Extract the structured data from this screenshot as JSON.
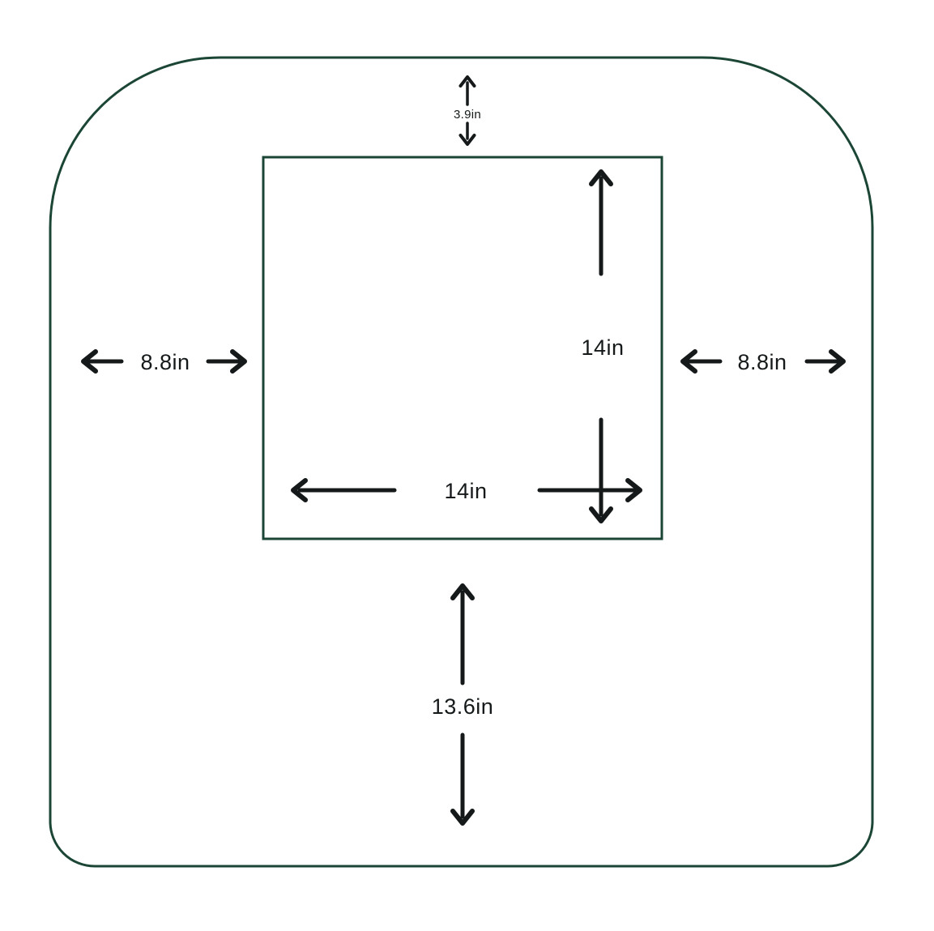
{
  "diagram": {
    "description": "Rug / mat size diagram: outer rounded shape with inner square and clearance dimensions",
    "labels": {
      "top_gap": "3.9in",
      "left_gap": "8.8in",
      "right_gap": "8.8in",
      "inner_height": "14in",
      "inner_width": "14in",
      "bottom_gap": "13.6in"
    },
    "colors": {
      "outline": "#1b4534",
      "arrow": "#15191a",
      "text": "#15191a",
      "background": "#ffffff"
    }
  }
}
